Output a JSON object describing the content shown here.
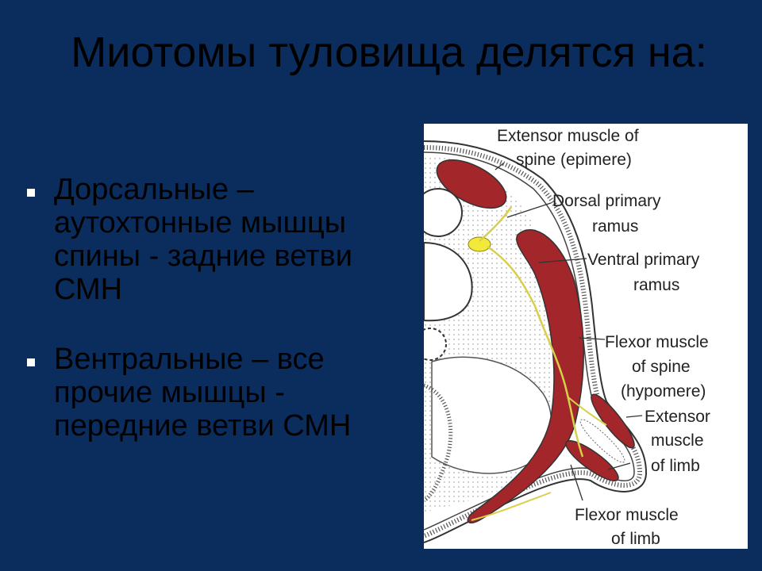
{
  "slide": {
    "title": "Миотомы туловища делятся на:",
    "bullets": [
      {
        "text": "Дорсальные – аутохтонные мышцы спины - задние ветви СМН"
      },
      {
        "text": "Вентральные – все прочие мышцы - передние ветви СМН"
      }
    ]
  },
  "figure": {
    "labels": {
      "extensor_spine_1": "Extensor muscle of",
      "extensor_spine_2": "spine (epimere)",
      "dorsal_1": "Dorsal primary",
      "dorsal_2": "ramus",
      "ventral_1": "Ventral primary",
      "ventral_2": "ramus",
      "flexor_spine_1": "Flexor muscle",
      "flexor_spine_2": "of spine",
      "flexor_spine_3": "(hypomere)",
      "extensor_limb_1": "Extensor",
      "extensor_limb_2": "muscle",
      "extensor_limb_3": "of limb",
      "flexor_limb_1": "Flexor muscle",
      "flexor_limb_2": "of limb"
    }
  },
  "colors": {
    "background": "#0b2d5e",
    "text": "#000000",
    "muscle": "#a3262b",
    "nerve": "#d8cf4a"
  }
}
